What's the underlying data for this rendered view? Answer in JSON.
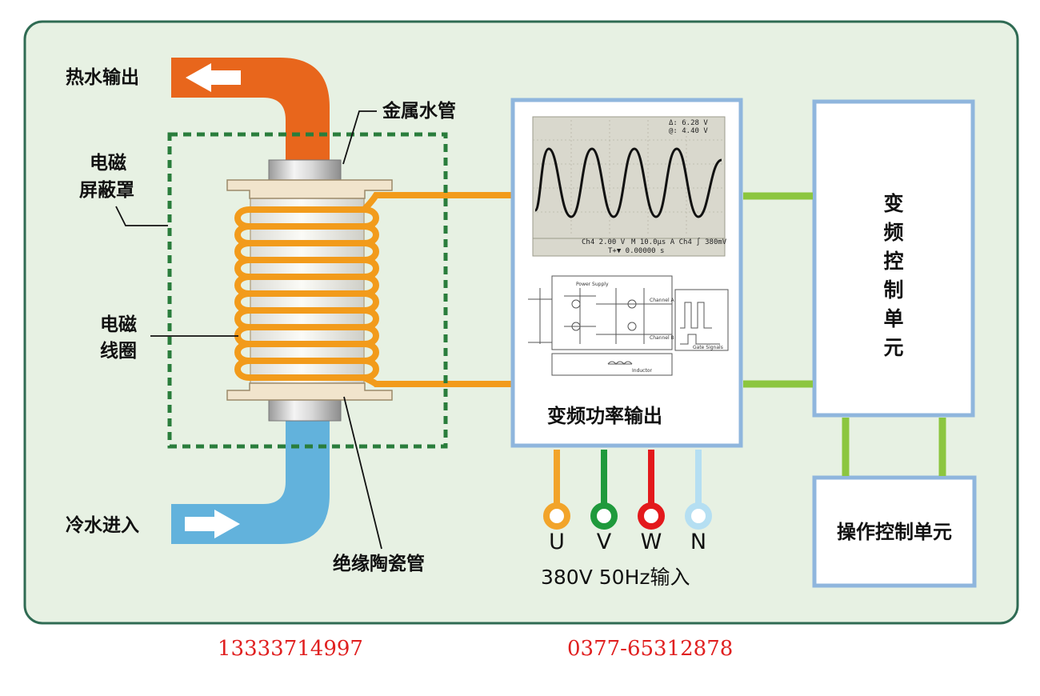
{
  "labels": {
    "hot_water_out": "热水输出",
    "cold_water_in": "冷水进入",
    "metal_pipe": "金属水管",
    "em_shield_line1": "电磁",
    "em_shield_line2": "屏蔽罩",
    "em_coil_line1": "电磁",
    "em_coil_line2": "线圈",
    "ceramic_tube": "绝缘陶瓷管",
    "power_output": "变频功率输出",
    "freq_control_unit": [
      "变",
      "频",
      "控",
      "制",
      "单",
      "元"
    ],
    "operation_control_unit": "操作控制单元",
    "input_spec": "380V 50Hz输入"
  },
  "terminals": [
    {
      "name": "U",
      "color": "#f2a42a"
    },
    {
      "name": "V",
      "color": "#1f9a3c"
    },
    {
      "name": "W",
      "color": "#e3191c"
    },
    {
      "name": "N",
      "color": "#b5dff2"
    }
  ],
  "oscilloscope": {
    "top_right_1": "Δ: 6.28 V",
    "top_right_2": "@: 4.40 V",
    "bottom_left": "Ch4  2.00 V",
    "bottom_mid": "M 10.0µs A Ch4 ∫ 380mV",
    "bottom_line2": "T+▼ 0.00000 s"
  },
  "circuit": {
    "power_supply": "Power Supply",
    "channel_a": "Channel A",
    "channel_b": "Channel B",
    "inductor": "Inductor",
    "gate_signals": "Gate Signals"
  },
  "contacts": {
    "mobile": "13333714997",
    "phone": "0377-65312878"
  },
  "colors": {
    "panel_bg": "#e7f1e3",
    "panel_border": "#2f6b53",
    "hot_pipe": "#e8661c",
    "cold_pipe": "#62b2dc",
    "coil": "#f29b1b",
    "shield_dash": "#2a7d3c",
    "box_border": "#8fb6dd",
    "green_link": "#8cc63f",
    "contact_red": "#e02020"
  }
}
